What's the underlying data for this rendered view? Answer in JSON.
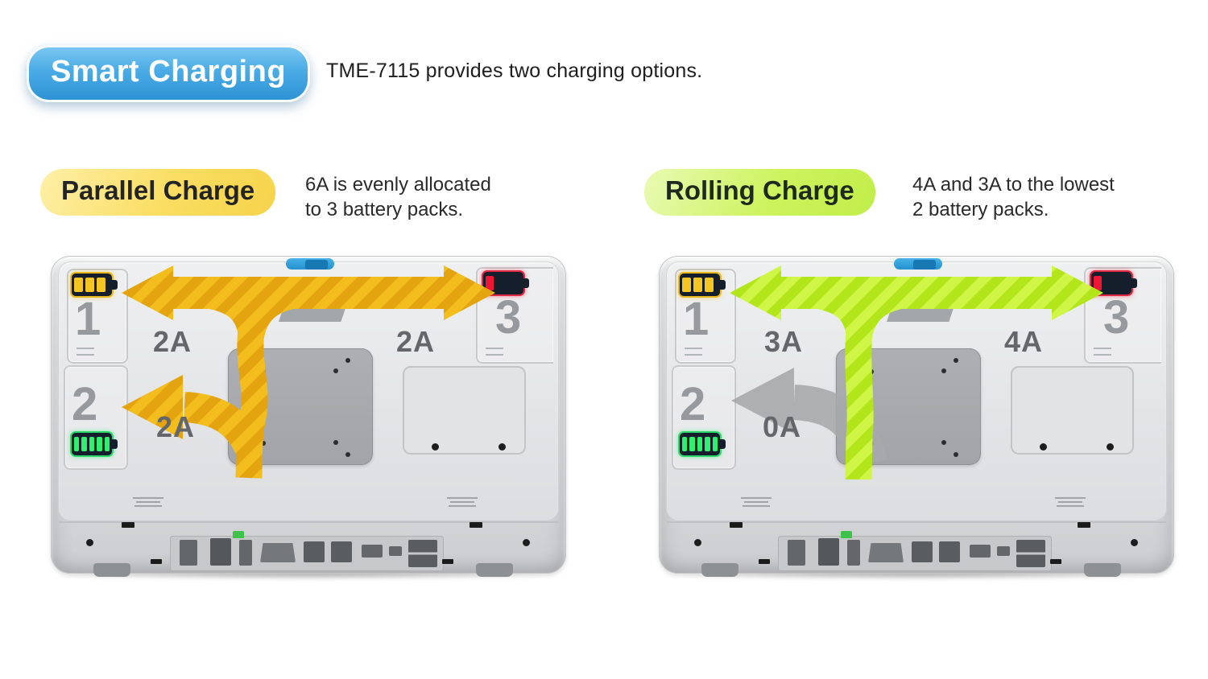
{
  "header": {
    "badge": "Smart Charging",
    "subtitle": "TME-7115 provides two charging options."
  },
  "parallel": {
    "badge": "Parallel Charge",
    "desc_line1": "6A is evenly allocated",
    "desc_line2": "to 3 battery packs.",
    "label_top_left": "2A",
    "label_top_right": "2A",
    "label_bottom": "2A"
  },
  "rolling": {
    "badge": "Rolling Charge",
    "desc_line1": "4A and 3A to the lowest",
    "desc_line2": "2 battery packs.",
    "label_top_left": "3A",
    "label_top_right": "4A",
    "label_bottom": "0A"
  },
  "device": {
    "slot1_number": "1",
    "slot2_number": "2",
    "slot3_number": "3",
    "battery1_icon": "battery-medium-yellow-icon",
    "battery2_icon": "battery-full-green-icon",
    "battery3_icon": "battery-low-red-icon"
  },
  "colors": {
    "header_badge_top": "#79c6f0",
    "header_badge_bottom": "#2e93d5",
    "parallel_badge": "#f8da58",
    "rolling_badge": "#c8f154",
    "arrow_yellow_light": "#F3BD1D",
    "arrow_yellow_dark": "#E3A40F",
    "arrow_green_light": "#CFF646",
    "arrow_green_dark": "#B3E51B",
    "arrow_gray": "#a6a8aa",
    "battery_yellow": "#F5C623",
    "battery_green": "#2EF06E",
    "battery_red": "#F01535"
  }
}
